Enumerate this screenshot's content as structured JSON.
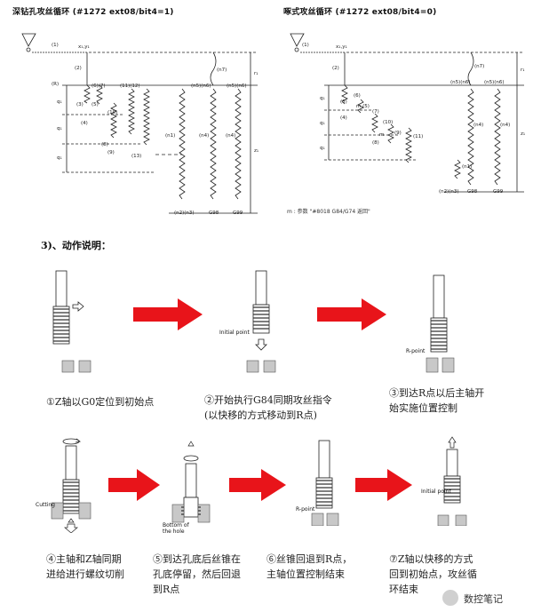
{
  "diagrams": {
    "left_title": "深钻孔攻丝循环 (#1272 ext08/bit4=1)",
    "right_title": "啄式攻丝循环 (#1272 ext08/bit4=0)",
    "note": "m : 参数 \"#8018 G84/G74 返回\""
  },
  "section_heading": "3)、动作说明：",
  "steps": [
    {
      "caption_lines": [
        "①Z轴以G0定位到初始点"
      ],
      "label": ""
    },
    {
      "caption_lines": [
        "②开始执行G84同期攻丝指令",
        "(以快移的方式移动到R点)"
      ],
      "label": "Initial point"
    },
    {
      "caption_lines": [
        "③到达R点以后主轴开",
        "始实施位置控制"
      ],
      "label": "R-point"
    },
    {
      "caption_lines": [
        "④主轴和Z轴同期",
        "进给进行螺纹切削"
      ],
      "label": "Cutting"
    },
    {
      "caption_lines": [
        "⑤到达孔底后丝锥在",
        "孔底停留，然后回退",
        "到R点"
      ],
      "label": "Bottom of the hole"
    },
    {
      "caption_lines": [
        "⑥丝锥回退到R点，",
        "主轴位置控制结束"
      ],
      "label": "R-point"
    },
    {
      "caption_lines": [
        "⑦Z轴以快移的方式",
        "回到初始点，攻丝循",
        "环结束"
      ],
      "label": "Initial point"
    }
  ],
  "watermark": "数控笔记",
  "colors": {
    "arrow": "#e8141a",
    "block": "#c8c8c8",
    "line": "#222222"
  }
}
